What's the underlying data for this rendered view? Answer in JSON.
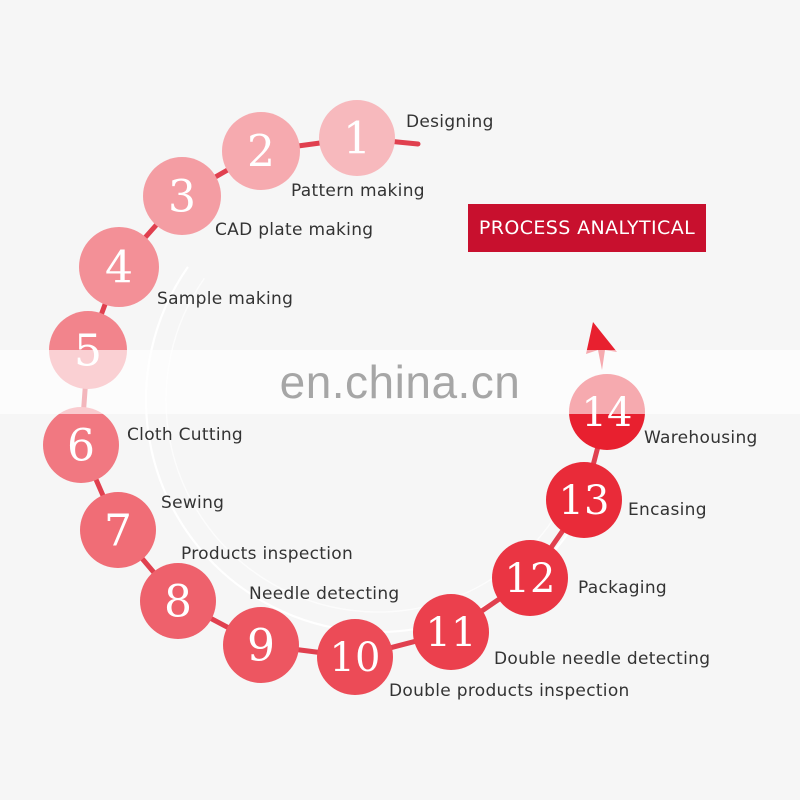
{
  "title_badge": {
    "label": "PROCESS ANALYTICAL",
    "color": "#c8102e"
  },
  "watermark": "en.china.cn",
  "colors": {
    "connector": "#e0404f",
    "light": "#f7b9bd",
    "dark": "#e8202f",
    "swoosh": "#ffffff"
  },
  "steps": [
    {
      "num": "1",
      "label": "Designing"
    },
    {
      "num": "2",
      "label": "Pattern making"
    },
    {
      "num": "3",
      "label": "CAD plate making"
    },
    {
      "num": "4",
      "label": "Sample making"
    },
    {
      "num": "5",
      "label": ""
    },
    {
      "num": "6",
      "label": "Cloth Cutting"
    },
    {
      "num": "7",
      "label": "Sewing"
    },
    {
      "num": "8",
      "label": "Products inspection"
    },
    {
      "num": "9",
      "label": "Needle detecting"
    },
    {
      "num": "10",
      "label": "Double products inspection"
    },
    {
      "num": "11",
      "label": "Double needle detecting"
    },
    {
      "num": "12",
      "label": "Packaging"
    },
    {
      "num": "13",
      "label": "Encasing"
    },
    {
      "num": "14",
      "label": "Warehousing"
    }
  ]
}
